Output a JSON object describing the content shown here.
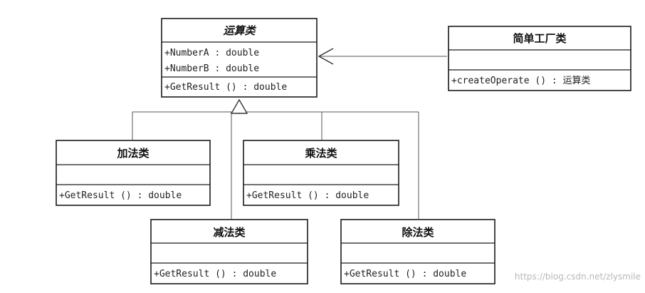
{
  "classes": {
    "operation": {
      "name": "运算类",
      "attributes": [
        "+NumberA  : double",
        "+NumberB  : double"
      ],
      "operations": [
        "+GetResult () : double"
      ]
    },
    "factory": {
      "name": "简单工厂类",
      "attributes": [],
      "operations": [
        "+createOperate () : 运算类"
      ]
    },
    "add": {
      "name": "加法类",
      "attributes": [],
      "operations": [
        "+GetResult () : double"
      ]
    },
    "multiply": {
      "name": "乘法类",
      "attributes": [],
      "operations": [
        "+GetResult () : double"
      ]
    },
    "subtract": {
      "name": "减法类",
      "attributes": [],
      "operations": [
        "+GetResult () : double"
      ]
    },
    "divide": {
      "name": "除法类",
      "attributes": [],
      "operations": [
        "+GetResult () : double"
      ]
    }
  },
  "watermark": "https://blog.csdn.net/zlysmile"
}
